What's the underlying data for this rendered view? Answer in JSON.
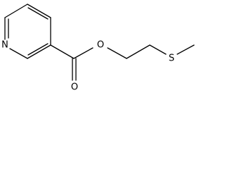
{
  "molecule": {
    "atoms": {
      "nitrogen": "N",
      "carbonyl_oxygen": "O",
      "ester_oxygen": "O",
      "sulfur": "S"
    }
  }
}
